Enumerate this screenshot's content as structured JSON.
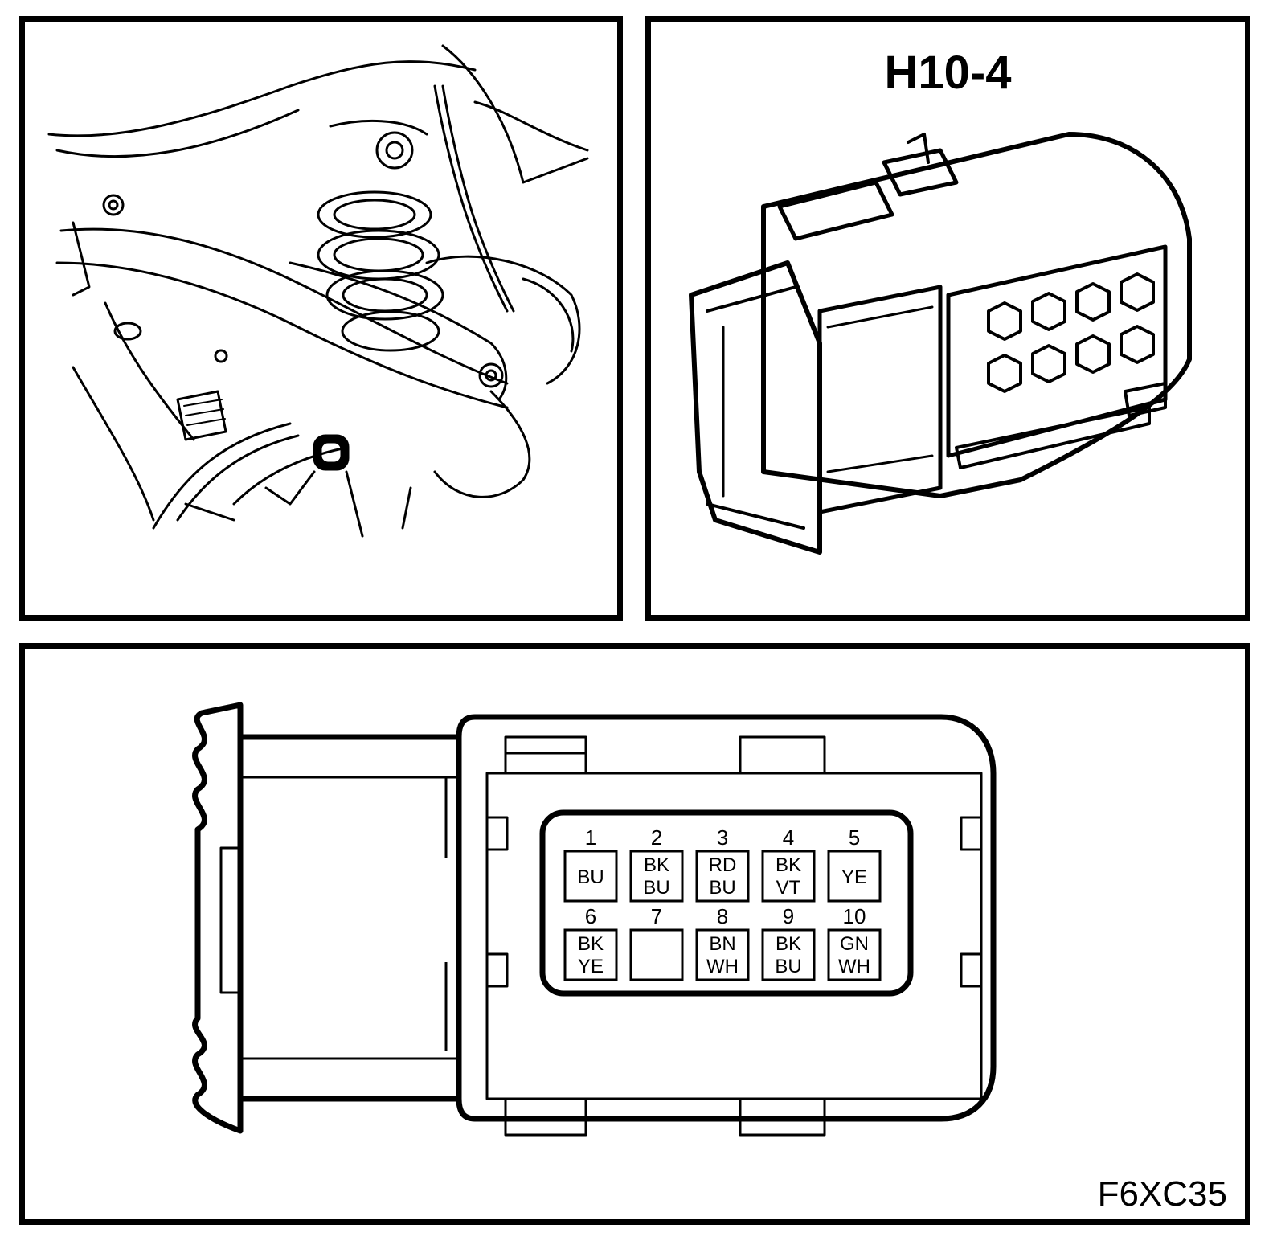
{
  "connector": {
    "id": "H10-4"
  },
  "figure_code": "F6XC35",
  "pins": [
    {
      "number": "1",
      "colors": [
        "BU"
      ]
    },
    {
      "number": "2",
      "colors": [
        "BK",
        "BU"
      ]
    },
    {
      "number": "3",
      "colors": [
        "RD",
        "BU"
      ]
    },
    {
      "number": "4",
      "colors": [
        "BK",
        "VT"
      ]
    },
    {
      "number": "5",
      "colors": [
        "YE"
      ]
    },
    {
      "number": "6",
      "colors": [
        "BK",
        "YE"
      ]
    },
    {
      "number": "7",
      "colors": []
    },
    {
      "number": "8",
      "colors": [
        "BN",
        "WH"
      ]
    },
    {
      "number": "9",
      "colors": [
        "BK",
        "BU"
      ]
    },
    {
      "number": "10",
      "colors": [
        "GN",
        "WH"
      ]
    }
  ]
}
